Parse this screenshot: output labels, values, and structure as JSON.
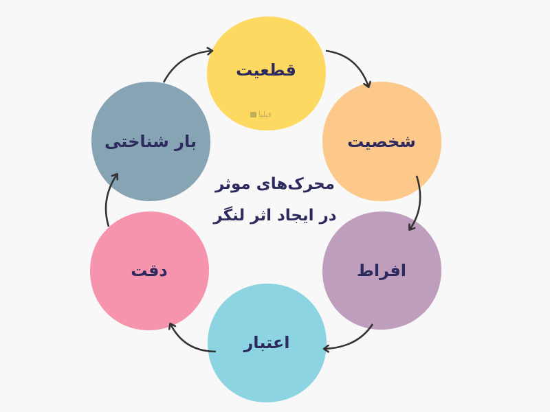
{
  "center": {
    "line1": "محرک‌های موثر",
    "line2": "در ایجاد اثر لنگر"
  },
  "nodes": {
    "certainty": {
      "label": "قطعیت",
      "color": "#fed962"
    },
    "personality": {
      "label": "شخصیت",
      "color": "#fdc98a"
    },
    "extremity": {
      "label": "افراط",
      "color": "#bf9dbc"
    },
    "credibility": {
      "label": "اعتبار",
      "color": "#8dd4e3"
    },
    "precision": {
      "label": "دقت",
      "color": "#f694ae"
    },
    "cognitive_load": {
      "label": "بار شناختی",
      "color": "#87a4b4"
    }
  },
  "watermark": {
    "text": "فیلیا"
  },
  "colors": {
    "text": "#2d2a5e",
    "arrow": "#333333",
    "background": "#f8f8f8"
  }
}
